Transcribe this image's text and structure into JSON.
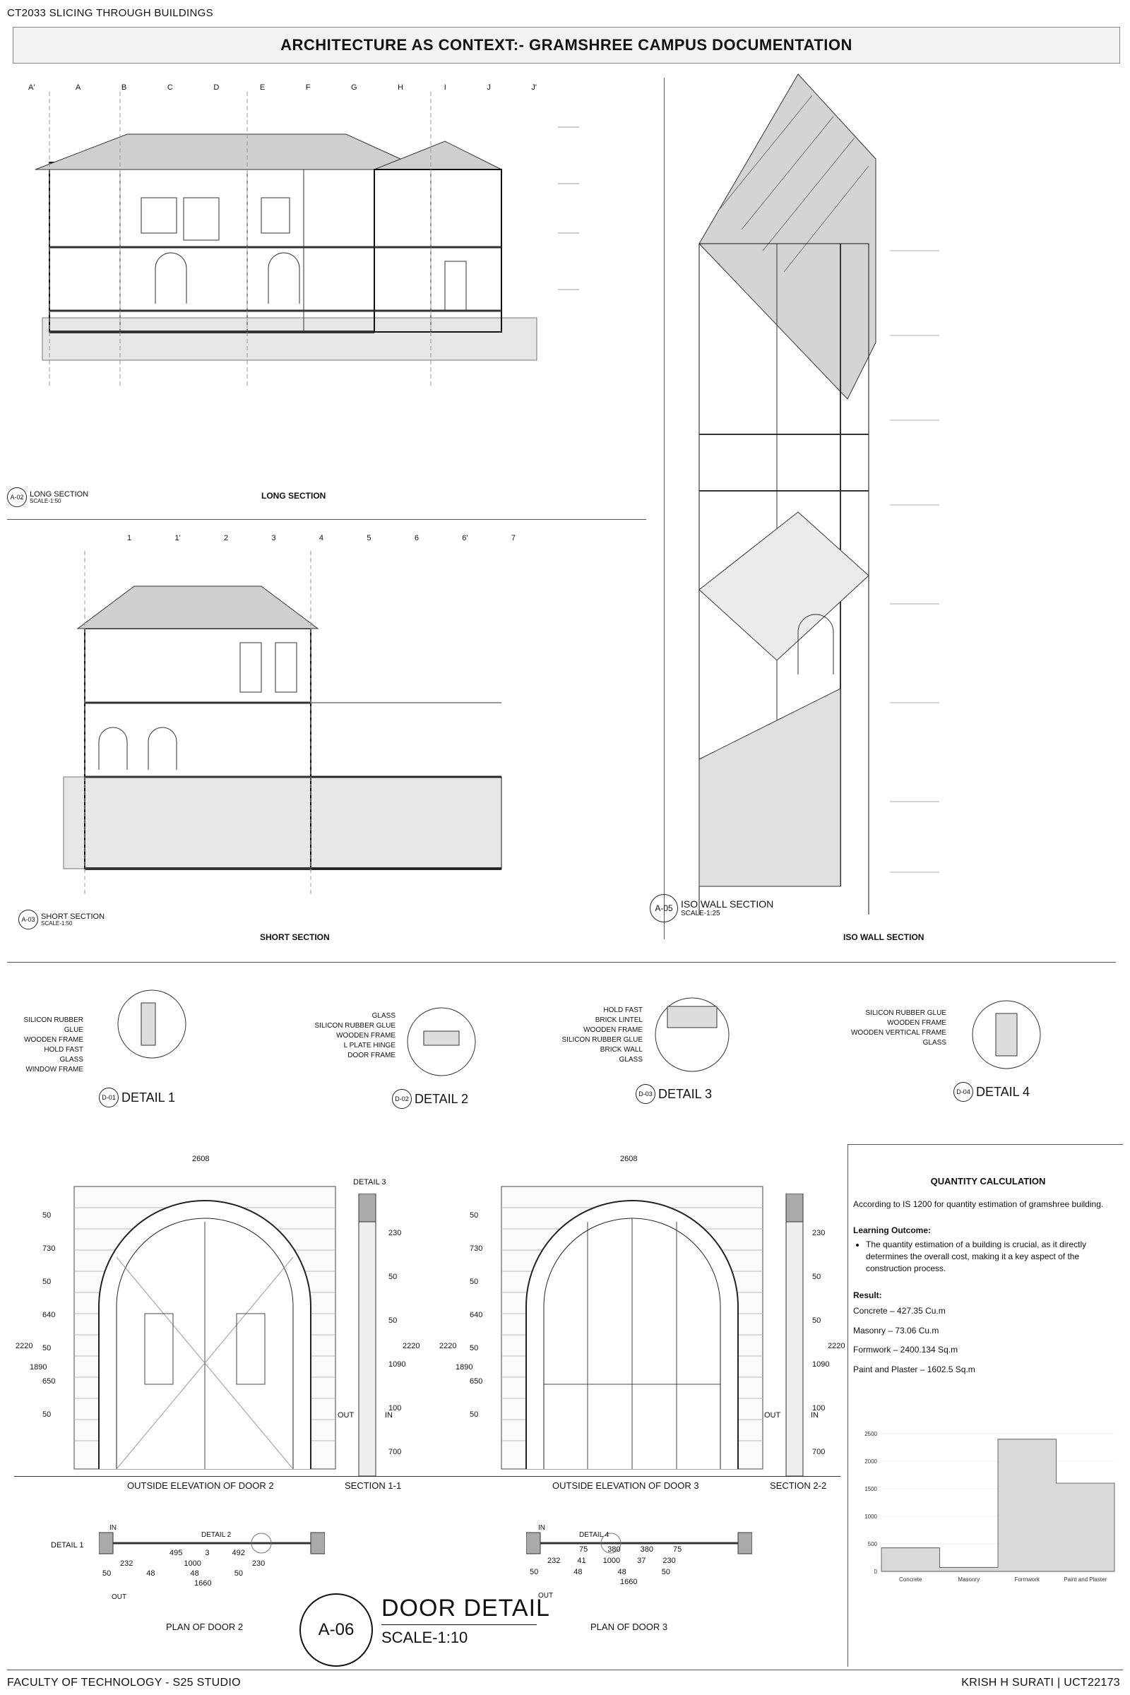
{
  "header": {
    "course": "CT2033 SLICING THROUGH BUILDINGS",
    "title": "ARCHITECTURE AS CONTEXT:- GRAMSHREE CAMPUS DOCUMENTATION"
  },
  "long_section": {
    "grid_labels": [
      "A'",
      "A",
      "B",
      "C",
      "D",
      "E",
      "F",
      "G",
      "H",
      "I",
      "J",
      "J'"
    ],
    "tag_code": "A-02",
    "tag_title": "LONG SECTION",
    "tag_scale": "SCALE-1:50",
    "caption": "LONG SECTION"
  },
  "short_section": {
    "grid_labels": [
      "1",
      "1'",
      "2",
      "3",
      "4",
      "5",
      "6",
      "6'",
      "7"
    ],
    "tag_code": "A-03",
    "tag_title": "SHORT SECTION",
    "tag_scale": "SCALE-1:50",
    "caption": "SHORT SECTION"
  },
  "iso_section": {
    "tag_code": "A-05",
    "tag_title": "ISO WALL SECTION",
    "tag_scale": "SCALE-1:25",
    "caption": "ISO WALL SECTION"
  },
  "details": [
    {
      "code": "D-01",
      "title": "DETAIL 1",
      "labels": [
        "SILICON RUBBER GLUE",
        "WOODEN FRAME",
        "HOLD FAST",
        "GLASS",
        "WINDOW FRAME"
      ]
    },
    {
      "code": "D-02",
      "title": "DETAIL 2",
      "labels": [
        "GLASS",
        "SILICON RUBBER GLUE",
        "WOODEN FRAME",
        "L PLATE HINGE",
        "DOOR FRAME"
      ]
    },
    {
      "code": "D-03",
      "title": "DETAIL 3",
      "labels": [
        "HOLD FAST",
        "BRICK LINTEL",
        "WOODEN FRAME",
        "SILICON RUBBER GLUE",
        "BRICK WALL",
        "GLASS"
      ]
    },
    {
      "code": "D-04",
      "title": "DETAIL 4",
      "labels": [
        "SILICON RUBBER GLUE",
        "WOODEN FRAME",
        "WOODEN VERTICAL FRAME",
        "GLASS"
      ]
    }
  ],
  "door_detail": {
    "door2": {
      "width_dim": "2608",
      "elev_caption": "OUTSIDE ELEVATION OF DOOR 2",
      "section_caption": "SECTION 1-1",
      "plan_caption": "PLAN OF DOOR 2",
      "left_dims": [
        "50",
        "730",
        "50",
        "640",
        "50",
        "650",
        "50"
      ],
      "total_left": "2220",
      "total_inner": "1890",
      "sec_dims": [
        "230",
        "50",
        "50",
        "1090",
        "100",
        "700"
      ],
      "sec_total": "2220",
      "detail_ref": "DETAIL 3",
      "out": "OUT",
      "in": "IN",
      "plan_dims": {
        "detail_left": "DETAIL 1",
        "detail_mid": "DETAIL 2",
        "row1": [
          "495",
          "3",
          "492"
        ],
        "row2": [
          "232",
          "1000",
          "230"
        ],
        "row3": [
          "50",
          "48",
          "48",
          "50"
        ],
        "total": "1660",
        "in": "IN",
        "out": "OUT"
      }
    },
    "door3": {
      "width_dim": "2608",
      "elev_caption": "OUTSIDE ELEVATION OF DOOR 3",
      "section_caption": "SECTION 2-2",
      "plan_caption": "PLAN OF DOOR 3",
      "left_dims": [
        "50",
        "730",
        "50",
        "640",
        "50",
        "650",
        "50"
      ],
      "total_left": "2220",
      "total_inner": "1890",
      "sec_dims": [
        "230",
        "50",
        "50",
        "1090",
        "100",
        "700"
      ],
      "sec_total": "2220",
      "out": "OUT",
      "in": "IN",
      "plan_dims": {
        "detail_mid": "DETAIL 4",
        "row1": [
          "75",
          "380",
          "380",
          "75"
        ],
        "row2": [
          "232",
          "41",
          "1000",
          "37",
          "230"
        ],
        "row3": [
          "50",
          "48",
          "48",
          "50"
        ],
        "total": "1660",
        "in": "IN",
        "out": "OUT"
      }
    },
    "tag_code": "A-06",
    "tag_title": "DOOR DETAIL",
    "tag_scale": "SCALE-1:10"
  },
  "quantity": {
    "title": "QUANTITY CALCULATION",
    "intro": "According to IS 1200 for quantity estimation of gramshree building.",
    "learning_heading": "Learning Outcome:",
    "learning_text": "The quantity estimation of a building is crucial, as it directly determines the overall cost, making it a key aspect of the construction process.",
    "result_heading": "Result:",
    "results": [
      "Concrete – 427.35 Cu.m",
      "Masonry – 73.06 Cu.m",
      "Formwork – 2400.134 Sq.m",
      "Paint and Plaster – 1602.5 Sq.m"
    ]
  },
  "chart_data": {
    "type": "area",
    "categories": [
      "Concrete",
      "Masonry",
      "Formwork",
      "Paint and Plaster"
    ],
    "values": [
      427.35,
      73.06,
      2400.134,
      1602.5
    ],
    "yticks": [
      "0",
      "500",
      "1000",
      "1500",
      "2000",
      "2500"
    ],
    "ylim": [
      0,
      2500
    ],
    "fill_color": "#d9d9d9",
    "stroke_color": "#444444"
  },
  "footer": {
    "left": "FACULTY OF TECHNOLOGY - S25 STUDIO",
    "right": "KRISH H SURATI | UCT22173"
  }
}
